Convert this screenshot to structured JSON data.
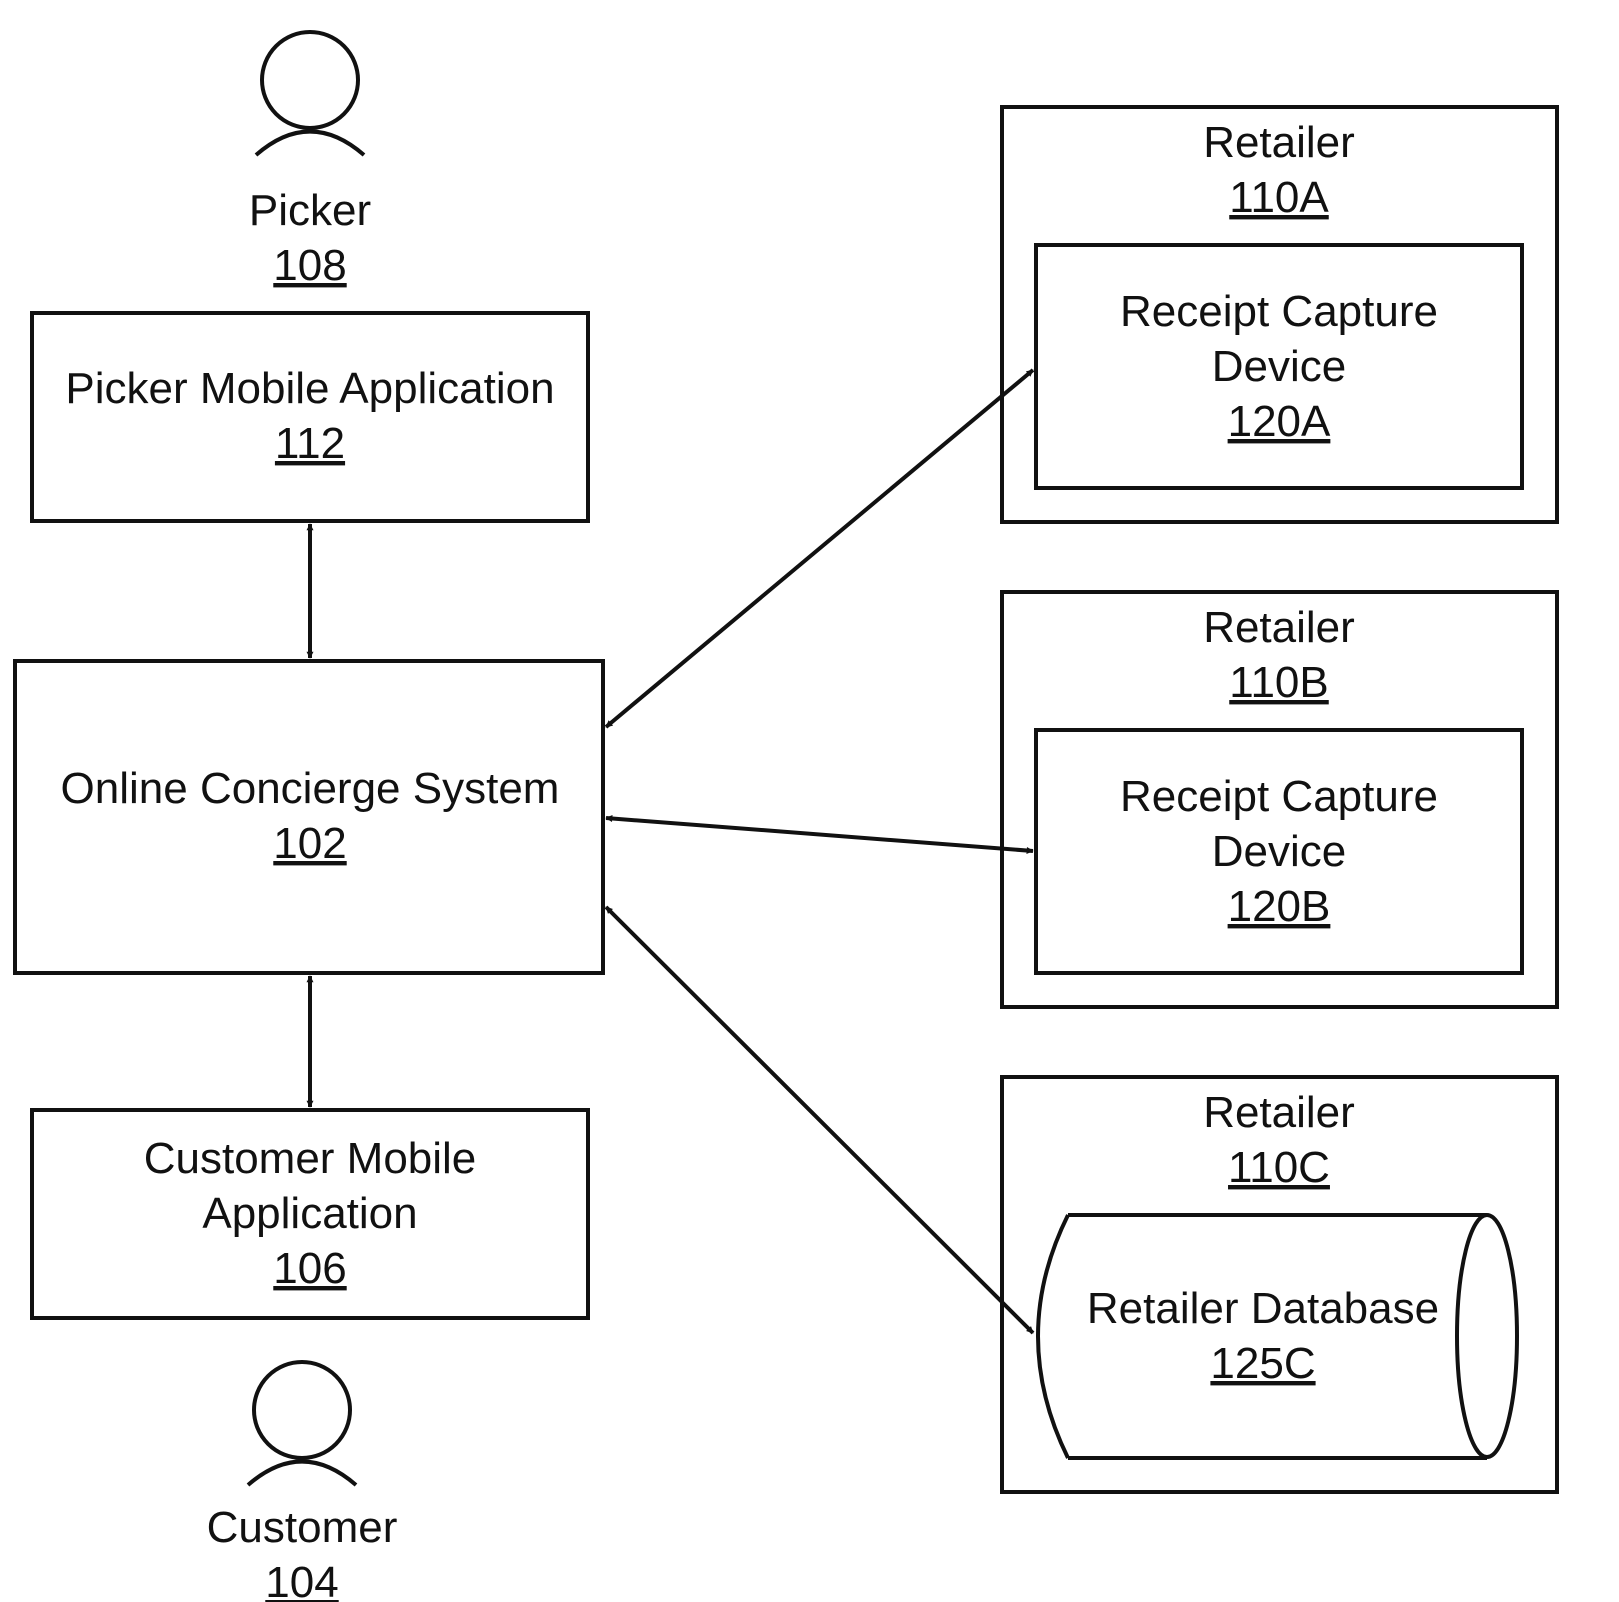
{
  "picker": {
    "label": "Picker",
    "ref": "108",
    "icon": "person-icon"
  },
  "customer": {
    "label": "Customer",
    "ref": "104",
    "icon": "person-icon"
  },
  "picker_app": {
    "line1": "Picker Mobile Application",
    "ref": "112"
  },
  "concierge": {
    "line1": "Online Concierge System",
    "ref": "102"
  },
  "customer_app": {
    "line1": "Customer Mobile",
    "line2": "Application",
    "ref": "106"
  },
  "retailer_a": {
    "label": "Retailer",
    "ref": "110A",
    "device": {
      "line1": "Receipt Capture",
      "line2": "Device",
      "ref": "120A"
    }
  },
  "retailer_b": {
    "label": "Retailer",
    "ref": "110B",
    "device": {
      "line1": "Receipt Capture",
      "line2": "Device",
      "ref": "120B"
    }
  },
  "retailer_c": {
    "label": "Retailer",
    "ref": "110C",
    "database": {
      "line1": "Retailer Database",
      "ref": "125C",
      "icon": "database-cylinder-icon"
    }
  },
  "colors": {
    "stroke": "#111111",
    "background": "#ffffff"
  }
}
